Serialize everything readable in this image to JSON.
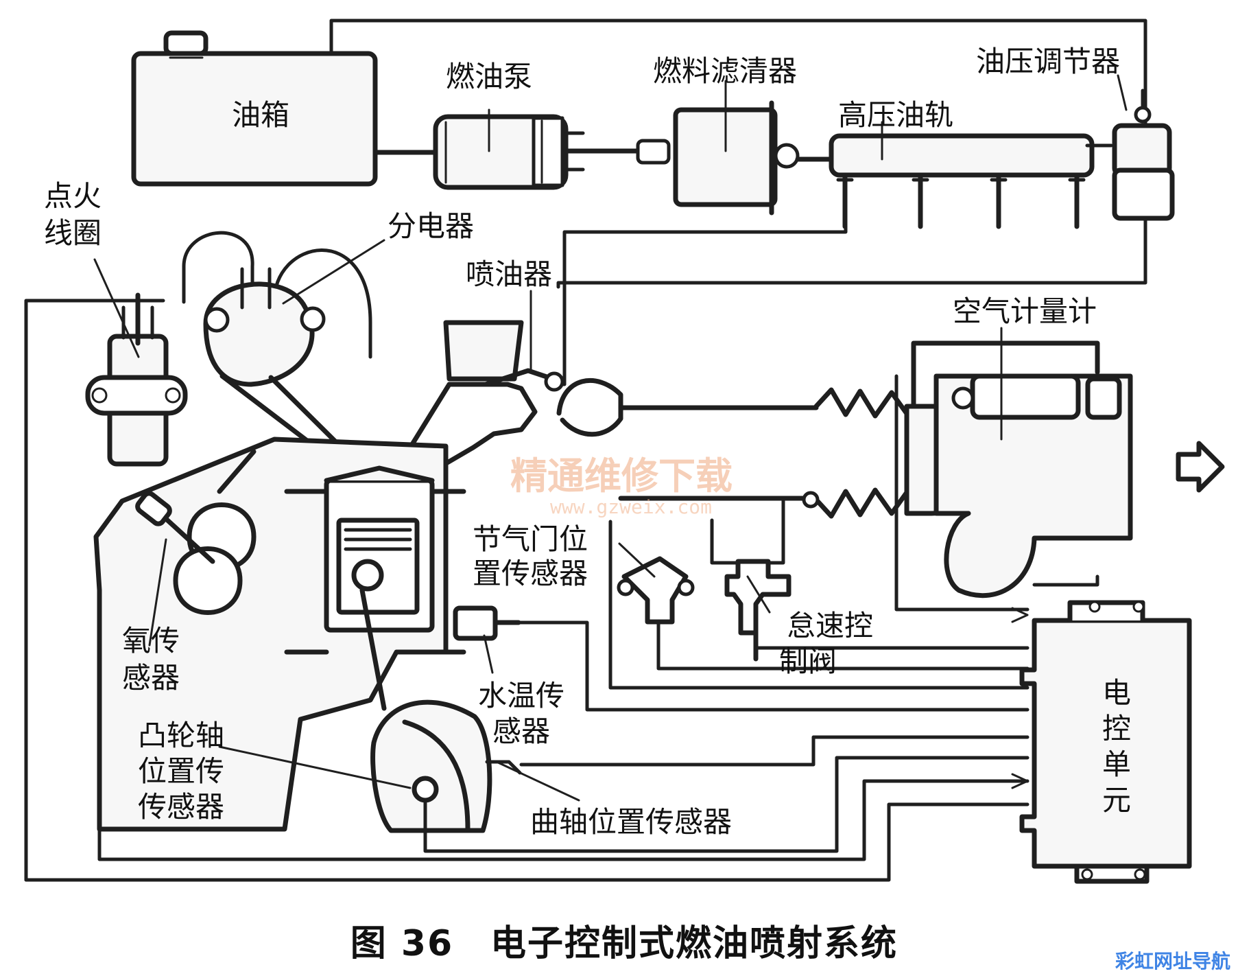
{
  "colors": {
    "line": "#1f1f1f",
    "background": "#ffffff",
    "watermark": "#f2b38e",
    "corner_mark": "#3f84e5"
  },
  "labels": {
    "fuel_tank": "油箱",
    "fuel_pump": "燃油泵",
    "fuel_filter": "燃料滤清器",
    "pressure_regulator": "油压调节器",
    "high_pressure_rail": "高压油轨",
    "ignition_coil_line1": "点火",
    "ignition_coil_line2": "线圈",
    "distributor": "分电器",
    "injector": "喷油器",
    "air_flow_meter": "空气计量计",
    "throttle_sensor_line1": "节气门位",
    "throttle_sensor_line2": "置传感器",
    "idle_valve_line1": "怠速控",
    "idle_valve_line2": "制阀",
    "oxygen_sensor_line1": "氧传",
    "oxygen_sensor_line2": "感器",
    "water_temp_line1": "水温传",
    "water_temp_line2": "感器",
    "camshaft_line1": "凸轮轴",
    "camshaft_line2": "位置传",
    "camshaft_line3": "传感器",
    "crankshaft_sensor": "曲轴位置传感器",
    "ecu_line1": "电",
    "ecu_line2": "控",
    "ecu_line3": "单",
    "ecu_line4": "元"
  },
  "caption": {
    "figure_no": "图 36",
    "title": "电子控制式燃油喷射系统"
  },
  "watermark": {
    "main": "精通维修下载",
    "url": "www.gzweix.com"
  },
  "corner_mark": {
    "text": "彩虹网址导航"
  },
  "icons": {
    "intake_arrow": "left-arrow-icon"
  }
}
